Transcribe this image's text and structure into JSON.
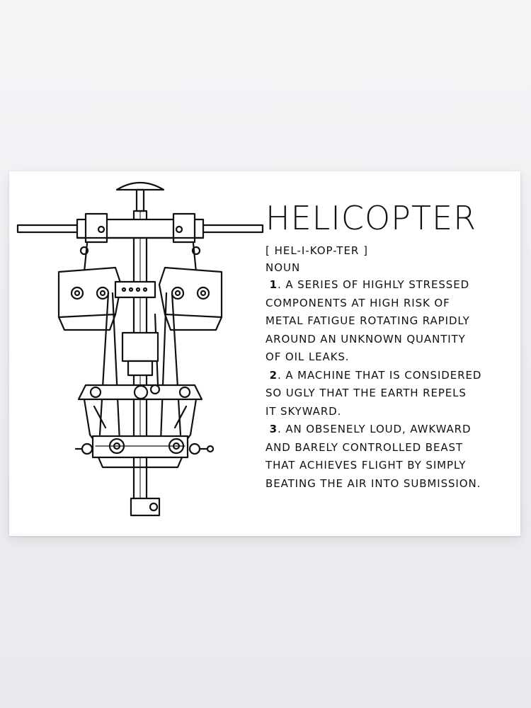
{
  "poster": {
    "title": "HELICOPTER",
    "pronunciation": "[ HEL-I-KOP-TER ]",
    "part_of_speech": "NOUN",
    "definitions": [
      {
        "number": "1",
        "lines": [
          ". A SERIES OF HIGHLY STRESSED",
          "COMPONENTS AT HIGH RISK OF",
          "METAL FATIGUE ROTATING RAPIDLY",
          "AROUND AN UNKNOWN QUANTITY",
          "OF OIL LEAKS."
        ]
      },
      {
        "number": "2",
        "lines": [
          ". A MACHINE THAT IS CONSIDERED",
          "SO UGLY THAT THE EARTH REPELS",
          "IT SKYWARD."
        ]
      },
      {
        "number": "3",
        "lines": [
          ". AN OBSENELY LOUD, AWKWARD",
          "AND BARELY CONTROLLED BEAST",
          "THAT ACHIEVES FLIGHT BY SIMPLY",
          "BEATING  THE AIR INTO SUBMISSION."
        ]
      }
    ]
  },
  "colors": {
    "wall": "#eef0f3",
    "paper": "#ffffff",
    "ink": "#111111"
  }
}
